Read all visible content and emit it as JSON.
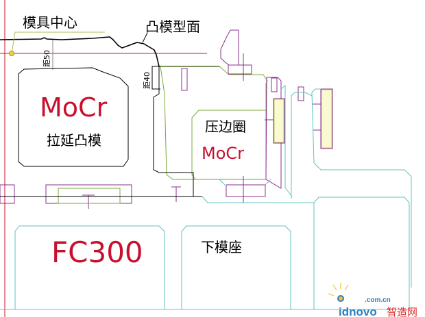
{
  "labels": {
    "die_center": "模具中心",
    "punch_surface": "凸模型面",
    "dim_50": "距50",
    "dim_40": "距40",
    "punch_material": "MoCr",
    "punch_name": "拉延凸模",
    "binder_name": "压边圈",
    "binder_material": "MoCr",
    "lower_shoe_material": "FC300",
    "lower_shoe_name": "下模座"
  },
  "watermark": {
    "domain": ".com.cn",
    "brand": "idnovo",
    "brand_cn": "智造网"
  },
  "colors": {
    "centerline": "#c8102e",
    "outline": "#000000",
    "binder": "#7aa83a",
    "part": "#8b2f8b",
    "lower_shoe": "#5cc3c0",
    "material_text": "#c8102e",
    "watermark_blue": "#2a7fc0",
    "watermark_red": "#e03030"
  }
}
